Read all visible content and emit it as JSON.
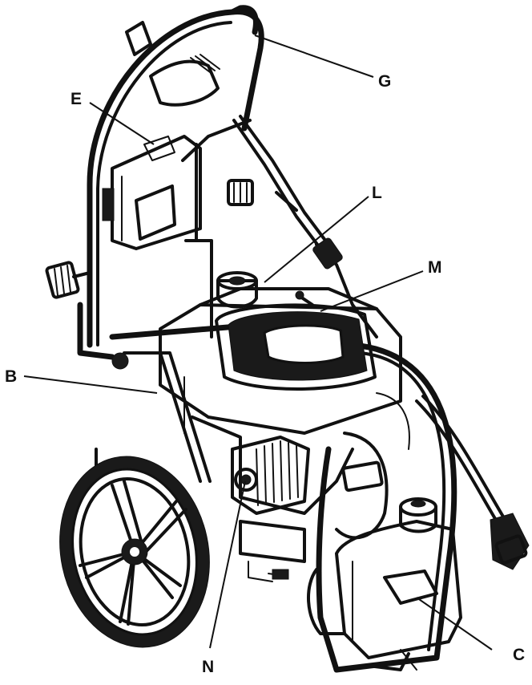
{
  "diagram": {
    "subject": "pressure-washer",
    "ink_color": "#111111",
    "background": "#ffffff",
    "callouts": [
      {
        "id": "g",
        "label": "G"
      },
      {
        "id": "e",
        "label": "E"
      },
      {
        "id": "l",
        "label": "L"
      },
      {
        "id": "m",
        "label": "M"
      },
      {
        "id": "b",
        "label": "B"
      },
      {
        "id": "n",
        "label": "N"
      },
      {
        "id": "c",
        "label": "C"
      }
    ]
  }
}
